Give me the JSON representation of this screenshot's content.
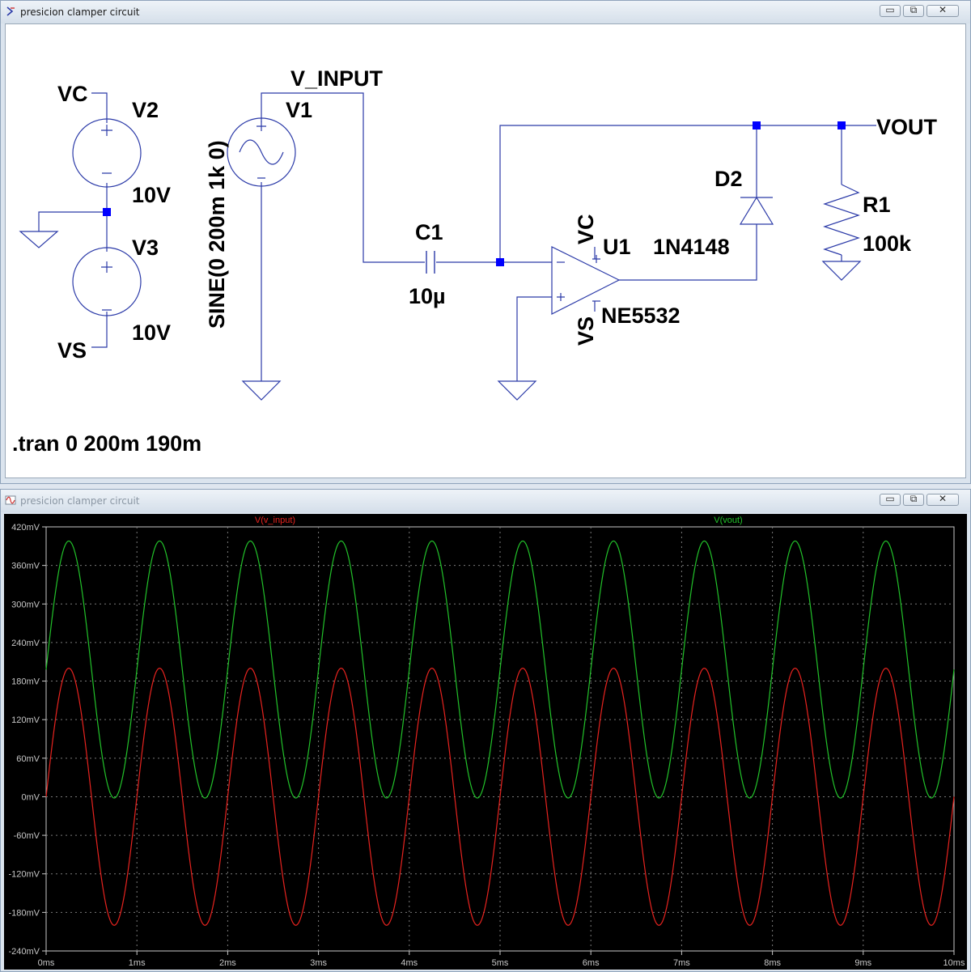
{
  "schematic_window": {
    "title": "presicion clamper circuit",
    "controls": {
      "minimize": "▭",
      "restore": "⧉",
      "close": "✕"
    },
    "labels": {
      "vc_top": "VC",
      "v2": "V2",
      "v2_value": "10V",
      "v3": "V3",
      "v3_value": "10V",
      "vs_bottom": "VS",
      "v1": "V1",
      "v1_spec": "SINE(0 200m 1k 0)",
      "v_input": "V_INPUT",
      "c1": "C1",
      "c1_value": "10µ",
      "u1": "U1",
      "u1_model": "NE5532",
      "u1_vc": "VC",
      "u1_vs": "VS",
      "d2": "D2",
      "d2_model": "1N4148",
      "vout": "VOUT",
      "r1": "R1",
      "r1_value": "100k",
      "directive": ".tran 0 200m 190m"
    }
  },
  "plot_window": {
    "title": "presicion clamper circuit",
    "controls": {
      "minimize": "▭",
      "restore": "⧉",
      "close": "✕"
    },
    "chart_data": {
      "type": "line",
      "x_unit": "ms",
      "xlim": [
        0,
        10
      ],
      "ylim": [
        -240,
        420
      ],
      "x_ticks": [
        "0ms",
        "1ms",
        "2ms",
        "3ms",
        "4ms",
        "5ms",
        "6ms",
        "7ms",
        "8ms",
        "9ms",
        "10ms"
      ],
      "y_ticks": [
        "420mV",
        "360mV",
        "300mV",
        "240mV",
        "180mV",
        "120mV",
        "60mV",
        "0mV",
        "-60mV",
        "-120mV",
        "-180mV",
        "-240mV"
      ],
      "grid": true,
      "series": [
        {
          "name": "V(v_input)",
          "color": "#e8231f",
          "offset_mV": 0,
          "amplitude_mV": 200,
          "frequency_kHz": 1,
          "phase_deg": 0
        },
        {
          "name": "V(vout)",
          "color": "#22c22a",
          "offset_mV": 198,
          "amplitude_mV": 200,
          "frequency_kHz": 1,
          "phase_deg": 0
        }
      ]
    }
  },
  "colors": {
    "wire": "#2b3aa8",
    "junction": "#0000ff",
    "schematic_text": "#000000",
    "plot_bg": "#000000",
    "axis_text": "#c8c8c8"
  }
}
